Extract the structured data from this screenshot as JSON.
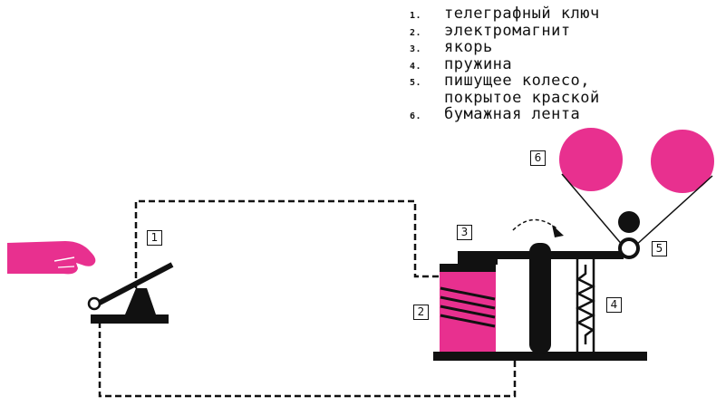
{
  "colors": {
    "magenta": "#e8308f",
    "ink": "#111111"
  },
  "legend": [
    {
      "num": "1.",
      "text": "телеграфный ключ"
    },
    {
      "num": "2.",
      "text": "электромагнит"
    },
    {
      "num": "3.",
      "text": "якорь"
    },
    {
      "num": "4.",
      "text": "пружина"
    },
    {
      "num": "5.",
      "text": "пишущее колесо,\nпокрытое краской"
    },
    {
      "num": "6.",
      "text": "бумажная лента"
    }
  ],
  "tags": {
    "key": "1",
    "magnet": "2",
    "armature": "3",
    "spring": "4",
    "wheel": "5",
    "tape": "6"
  },
  "icons": {
    "hand": "hand-pressing-icon",
    "rotation": "curved-arrow-icon"
  }
}
